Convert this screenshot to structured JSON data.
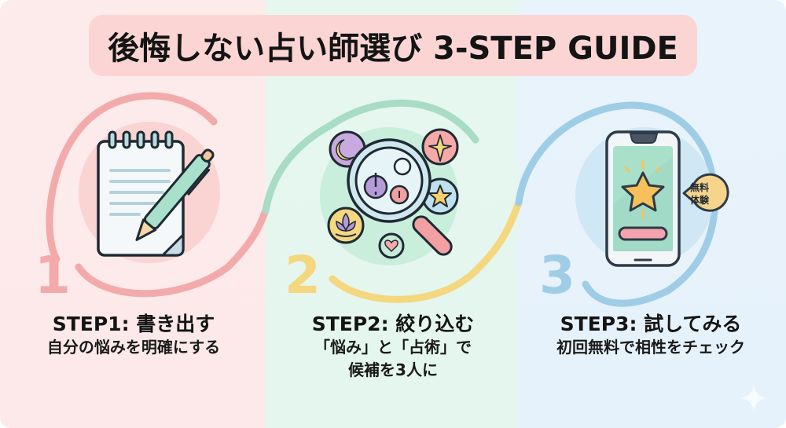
{
  "header": {
    "title": "後悔しない占い師選び 3-STEP GUIDE"
  },
  "colors": {
    "panel_pink": "#fdeaea",
    "panel_green": "#e6f7ef",
    "panel_blue": "#e8f3fb",
    "title_banner": "#fbd5d4",
    "path_pink": "#f2aaaa",
    "path_green": "#a8dcc4",
    "path_yellow": "#f4d77e",
    "path_blue": "#9fcde6"
  },
  "steps": [
    {
      "number": "1",
      "icon": "notepad-pen-icon",
      "title": "STEP1: 書き出す",
      "description_lines": [
        "自分の悩みを明確にする"
      ]
    },
    {
      "number": "2",
      "icon": "magnifying-glass-fortune-icon",
      "title": "STEP2: 絞り込む",
      "description_lines": [
        "「悩み」と「占術」で",
        "候補を3人に"
      ]
    },
    {
      "number": "3",
      "icon": "smartphone-star-icon",
      "title": "STEP3: 試してみる",
      "description_lines": [
        "初回無料で相性をチェック"
      ],
      "bubble_lines": [
        "無料",
        "体験"
      ]
    }
  ],
  "decorations": {
    "sparkle_icon": "sparkle-icon"
  }
}
